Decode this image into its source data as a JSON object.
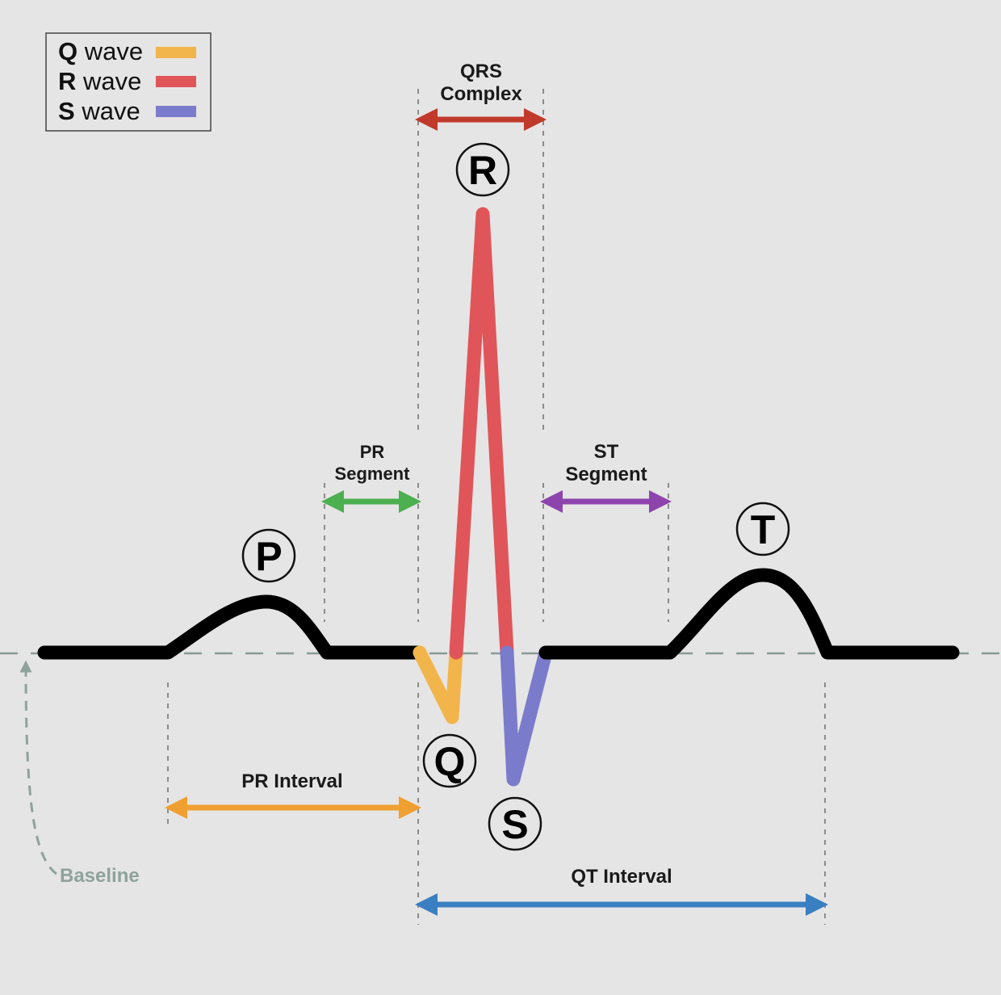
{
  "legend": {
    "items": [
      {
        "letter": "Q",
        "text": "wave",
        "color": "#f2b54b"
      },
      {
        "letter": "R",
        "text": "wave",
        "color": "#e0555a"
      },
      {
        "letter": "S",
        "text": "wave",
        "color": "#7b7bcc"
      }
    ]
  },
  "waves": {
    "p": "P",
    "q": "Q",
    "r": "R",
    "s": "S",
    "t": "T"
  },
  "labels": {
    "qrs_line1": "QRS",
    "qrs_line2": "Complex",
    "pr_segment_line1": "PR",
    "pr_segment_line2": "Segment",
    "st_segment_line1": "ST",
    "st_segment_line2": "Segment",
    "pr_interval": "PR Interval",
    "qt_interval": "QT Interval",
    "baseline": "Baseline"
  },
  "colors": {
    "background": "#e5e5e5",
    "trace": "#000000",
    "q_wave": "#f2b54b",
    "r_wave": "#e0555a",
    "s_wave": "#7b7bcc",
    "qrs_arrow": "#c0392b",
    "pr_segment_arrow": "#4caf50",
    "st_segment_arrow": "#8e44ad",
    "pr_interval_arrow": "#f0a030",
    "qt_interval_arrow": "#3a7fc1",
    "baseline": "#8fa29b"
  }
}
